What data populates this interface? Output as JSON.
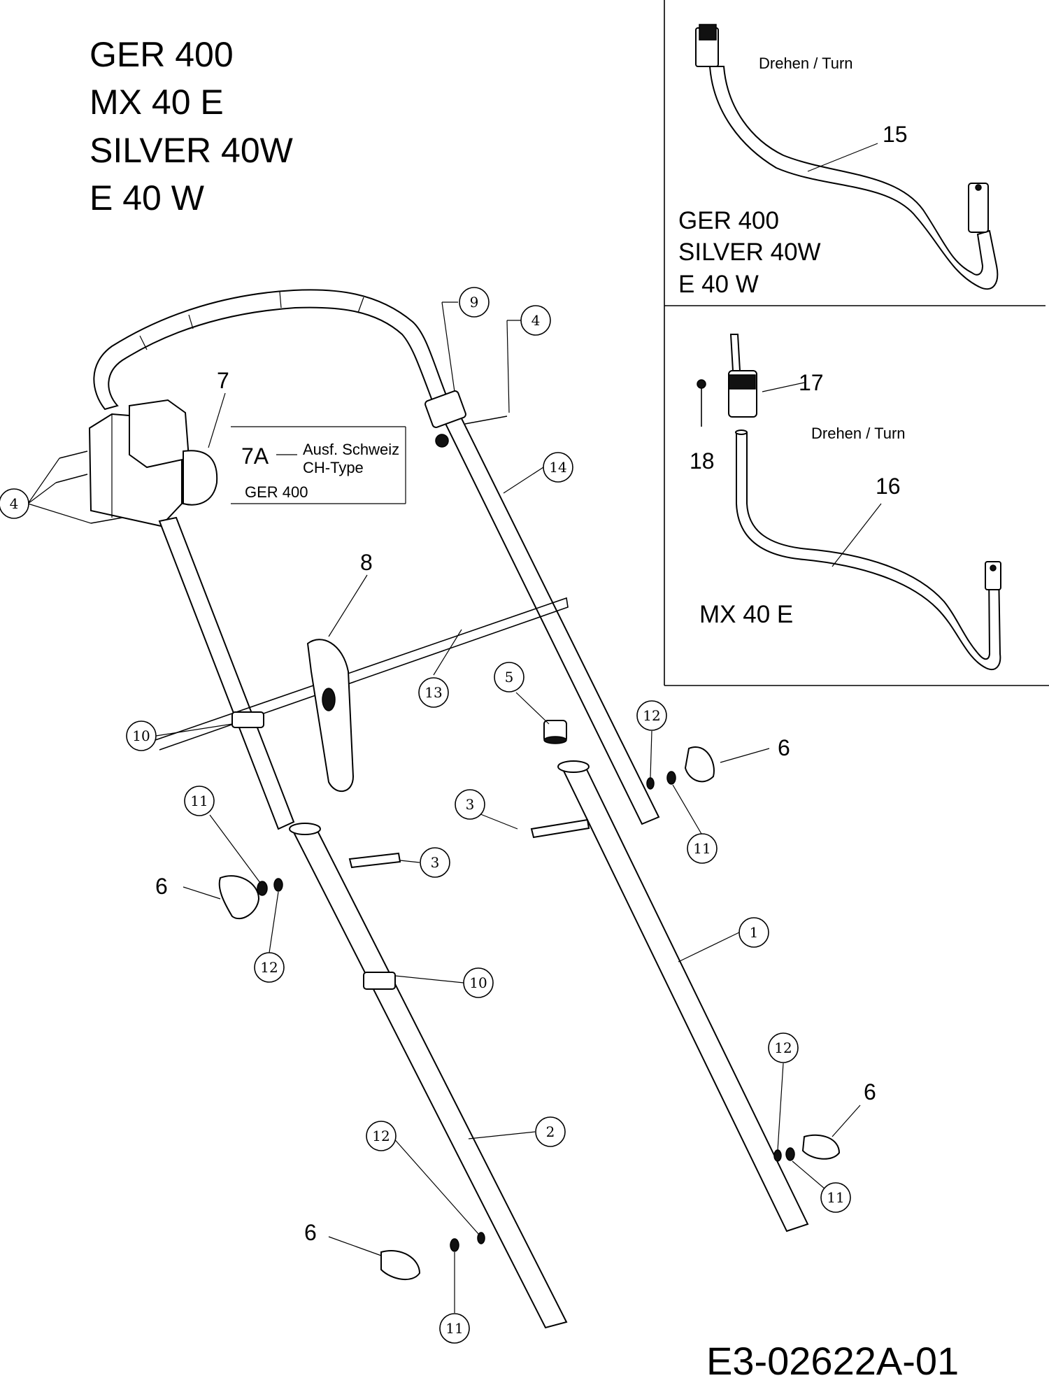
{
  "models": [
    "GER 400",
    "MX 40 E",
    "SILVER 40W",
    "E 40 W"
  ],
  "inset_top": {
    "turn_label": "Drehen / Turn",
    "part": "15",
    "models": [
      "GER 400",
      "SILVER 40W",
      "E 40 W"
    ]
  },
  "inset_bottom": {
    "turn_label": "Drehen / Turn",
    "parts": [
      "17",
      "18",
      "16"
    ],
    "model": "MX 40 E"
  },
  "variant_box": {
    "part": "7A",
    "line1": "Ausf. Schweiz",
    "line2": "CH-Type",
    "model": "GER 400"
  },
  "labels": {
    "l7": "7",
    "l8": "8",
    "l6a": "6",
    "l6b": "6",
    "l6c": "6",
    "l6d": "6"
  },
  "callouts": {
    "c9": "9",
    "c4a": "4",
    "c4b": "4",
    "c14": "14",
    "c13": "13",
    "c5": "5",
    "c12a": "12",
    "c10a": "10",
    "c11a": "11",
    "c3a": "3",
    "c11b": "11",
    "c3b": "3",
    "c12b": "12",
    "c1": "1",
    "c10b": "10",
    "c12c": "12",
    "c12d": "12",
    "c2": "2",
    "c11c": "11",
    "c11d": "11"
  },
  "document_number": "E3-02622A-01"
}
